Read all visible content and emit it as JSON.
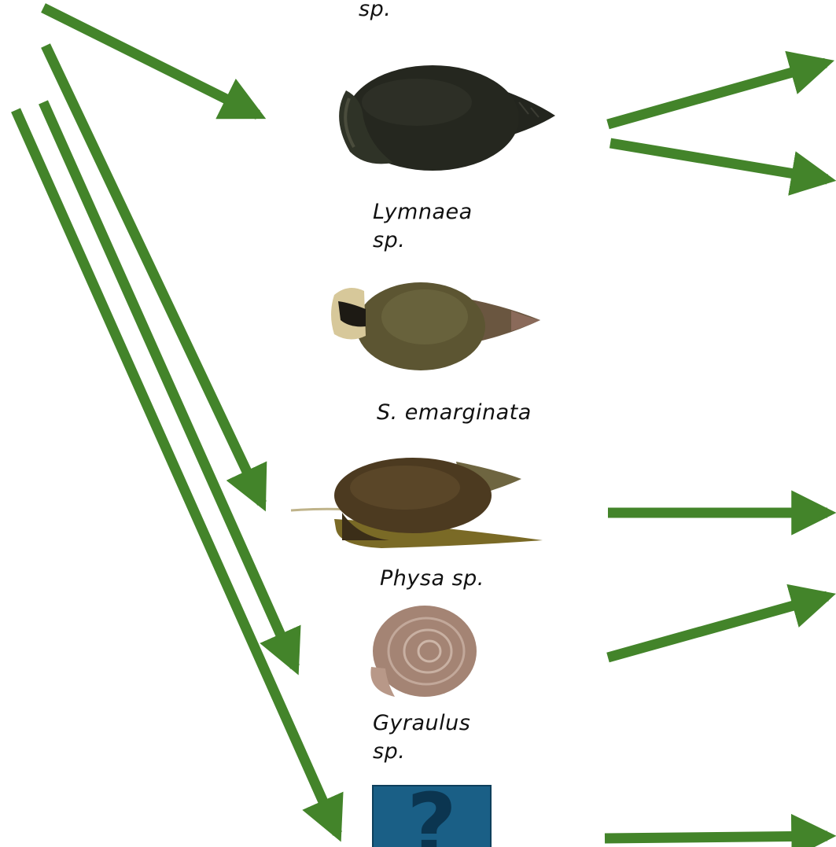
{
  "arrow_color": "#43842a",
  "labels": {
    "top_partial": "sp.",
    "lymnaea": "Lymnaea\nsp.",
    "s_emarginata": "S. emarginata",
    "physa": "Physa sp.",
    "gyraulus": "Gyraulus\nsp."
  },
  "unknown_box": {
    "icon": "question-mark-icon",
    "symbol": "?",
    "color": "#1a5f86"
  },
  "images": [
    {
      "name": "snail-image-dark-lymnaea",
      "description_icon": "snail-icon"
    },
    {
      "name": "snail-image-lymnaea",
      "description_icon": "snail-icon"
    },
    {
      "name": "snail-image-physa",
      "description_icon": "snail-icon"
    },
    {
      "name": "snail-image-gyraulus",
      "description_icon": "snail-icon"
    }
  ]
}
